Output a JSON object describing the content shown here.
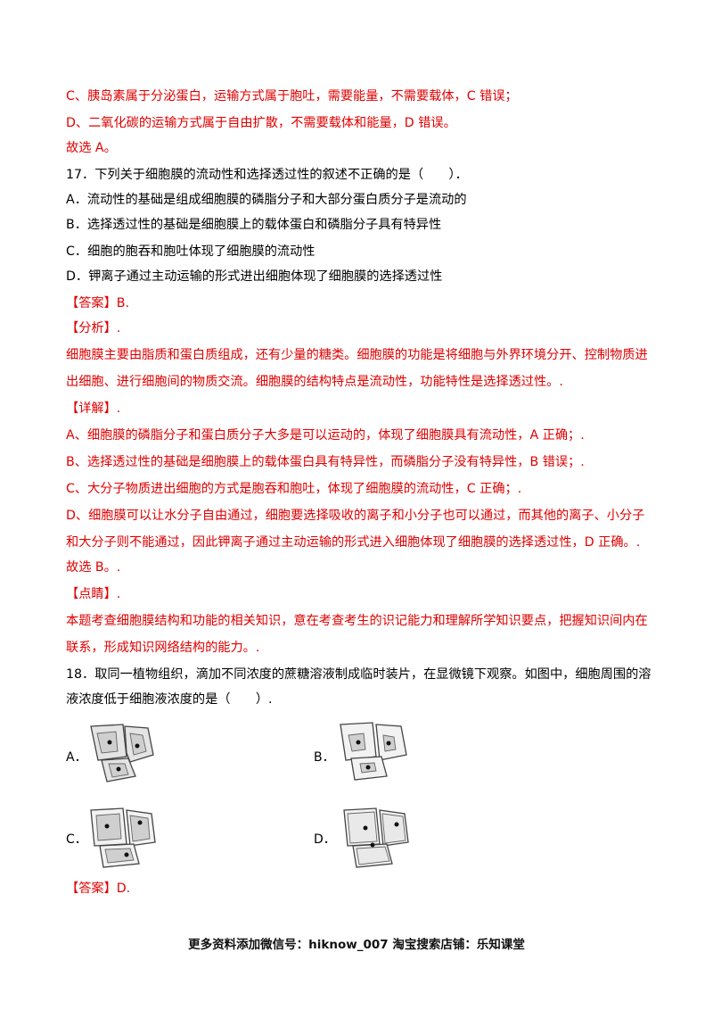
{
  "lines": [
    {
      "text": "C、胰岛素属于分泌蛋白，运输方式属于胞吐，需要能量，不需要载体，C 错误；",
      "color": "red"
    },
    {
      "text": "D、二氧化碳的运输方式属于自由扩散，不需要载体和能量，D 错误。",
      "color": "red"
    },
    {
      "text": "故选 A。",
      "color": "red"
    },
    {
      "text": "17．下列关于细胞膜的流动性和选择透过性的叙述不正确的是（　　）．",
      "color": "black"
    },
    {
      "text": "A．流动性的基础是组成细胞膜的磷脂分子和大部分蛋白质分子是流动的",
      "color": "black"
    },
    {
      "text": "B．选择透过性的基础是细胞膜上的载体蛋白和磷脂分子具有特异性",
      "color": "black"
    },
    {
      "text": "C．细胞的胞吞和胞吐体现了细胞膜的流动性",
      "color": "black"
    },
    {
      "text": "D．钾离子通过主动运输的形式进出细胞体现了细胞膜的选择透过性",
      "color": "black"
    },
    {
      "text": "【答案】B.",
      "color": "red"
    },
    {
      "text": "【分析】.",
      "color": "red"
    },
    {
      "text": "细胞膜主要由脂质和蛋白质组成，还有少量的糖类。细胞膜的功能是将细胞与外界环境分开、控制物质进",
      "color": "red"
    },
    {
      "text": "出细胞、进行细胞间的物质交流。细胞膜的结构特点是流动性，功能特性是选择透过性。.",
      "color": "red"
    },
    {
      "text": "【详解】.",
      "color": "red"
    },
    {
      "text": "A、细胞膜的磷脂分子和蛋白质分子大多是可以运动的，体现了细胞膜具有流动性，A 正确；.",
      "color": "red"
    },
    {
      "text": "B、选择透过性的基础是细胞膜上的载体蛋白具有特异性，而磷脂分子没有特异性，B 错误；.",
      "color": "red"
    },
    {
      "text": "C、大分子物质进出细胞的方式是胞吞和胞吐，体现了细胞膜的流动性，C 正确；.",
      "color": "red"
    },
    {
      "text": "D、细胞膜可以让水分子自由通过，细胞要选择吸收的离子和小分子也可以通过，而其他的离子、小分子",
      "color": "red"
    },
    {
      "text": "和大分子则不能通过，因此钾离子通过主动运输的形式进入细胞体现了细胞膜的选择透过性，D 正确。.",
      "color": "red"
    },
    {
      "text": "故选 B。.",
      "color": "red"
    },
    {
      "text": "【点睛】.",
      "color": "red"
    },
    {
      "text": "本题考查细胞膜结构和功能的相关知识，意在考查考生的识记能力和理解所学知识要点，把握知识间内在",
      "color": "red"
    },
    {
      "text": "联系，形成知识网络结构的能力。.",
      "color": "red"
    },
    {
      "text": "18．取同一植物组织，滴加不同浓度的蔗糖溶液制成临时装片，在显微镜下观察。如图中，细胞周围的溶",
      "color": "black"
    },
    {
      "text": "液浓度低于细胞液浓度的是（　　）.",
      "color": "black"
    }
  ],
  "options": [
    {
      "label": "A．"
    },
    {
      "label": "B．"
    },
    {
      "label": "C．"
    },
    {
      "label": "D．"
    }
  ],
  "answer": {
    "text": "【答案】D.",
    "color": "red"
  },
  "footer": "更多资料添加微信号：hiknow_007  淘宝搜索店铺：乐知课堂",
  "colors": {
    "red": "#e00000",
    "black": "#000000"
  }
}
